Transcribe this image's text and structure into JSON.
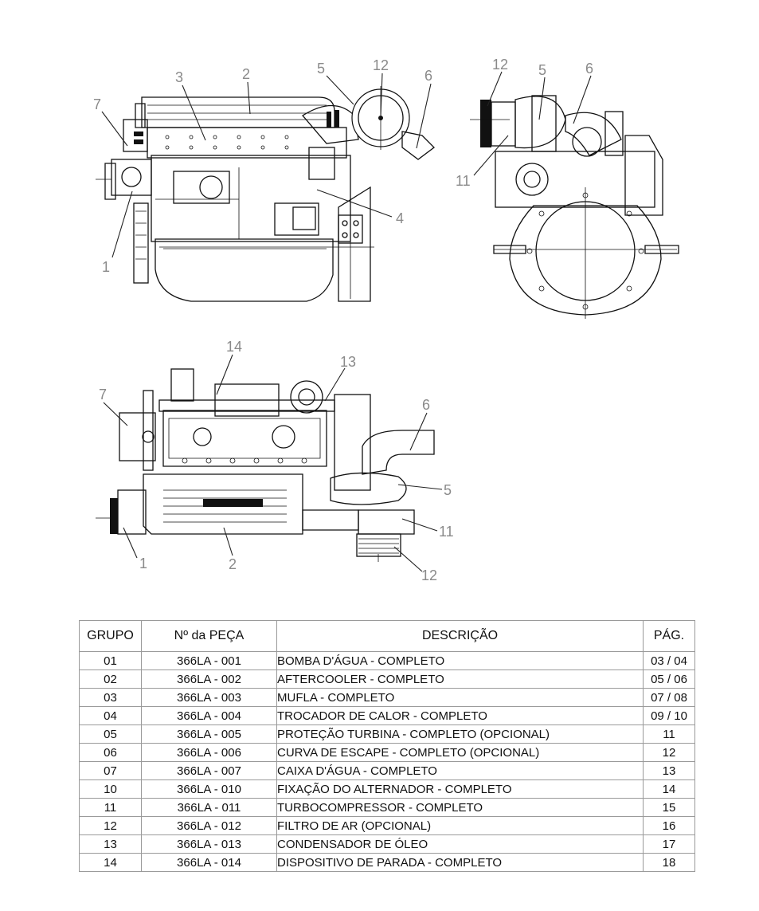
{
  "callouts": {
    "side_view": [
      "7",
      "3",
      "2",
      "5",
      "12",
      "6",
      "4",
      "1"
    ],
    "front_view": [
      "12",
      "5",
      "6",
      "11"
    ],
    "top_view": [
      "14",
      "13",
      "7",
      "6",
      "5",
      "11",
      "12",
      "1",
      "2"
    ]
  },
  "table": {
    "headers": {
      "group": "GRUPO",
      "part": "Nº da PEÇA",
      "description": "DESCRIÇÃO",
      "page": "PÁG."
    },
    "rows": [
      {
        "group": "01",
        "part": "366LA - 001",
        "description": "BOMBA D'ÁGUA - COMPLETO",
        "page": "03 / 04"
      },
      {
        "group": "02",
        "part": "366LA - 002",
        "description": "AFTERCOOLER - COMPLETO",
        "page": "05 / 06"
      },
      {
        "group": "03",
        "part": "366LA - 003",
        "description": "MUFLA - COMPLETO",
        "page": "07 / 08"
      },
      {
        "group": "04",
        "part": "366LA - 004",
        "description": "TROCADOR DE CALOR - COMPLETO",
        "page": "09 / 10"
      },
      {
        "group": "05",
        "part": "366LA - 005",
        "description": "PROTEÇÃO TURBINA - COMPLETO (OPCIONAL)",
        "page": "11"
      },
      {
        "group": "06",
        "part": "366LA - 006",
        "description": "CURVA DE ESCAPE  - COMPLETO (OPCIONAL)",
        "page": "12"
      },
      {
        "group": "07",
        "part": "366LA - 007",
        "description": "CAIXA D'ÁGUA - COMPLETO",
        "page": "13"
      },
      {
        "group": "10",
        "part": "366LA - 010",
        "description": "FIXAÇÃO DO ALTERNADOR - COMPLETO",
        "page": "14"
      },
      {
        "group": "11",
        "part": "366LA - 011",
        "description": "TURBOCOMPRESSOR - COMPLETO",
        "page": "15"
      },
      {
        "group": "12",
        "part": "366LA - 012",
        "description": "FILTRO DE AR (OPCIONAL)",
        "page": "16"
      },
      {
        "group": "13",
        "part": "366LA - 013",
        "description": "CONDENSADOR DE ÓLEO",
        "page": "17"
      },
      {
        "group": "14",
        "part": "366LA - 014",
        "description": "DISPOSITIVO DE PARADA - COMPLETO",
        "page": "18"
      }
    ]
  }
}
